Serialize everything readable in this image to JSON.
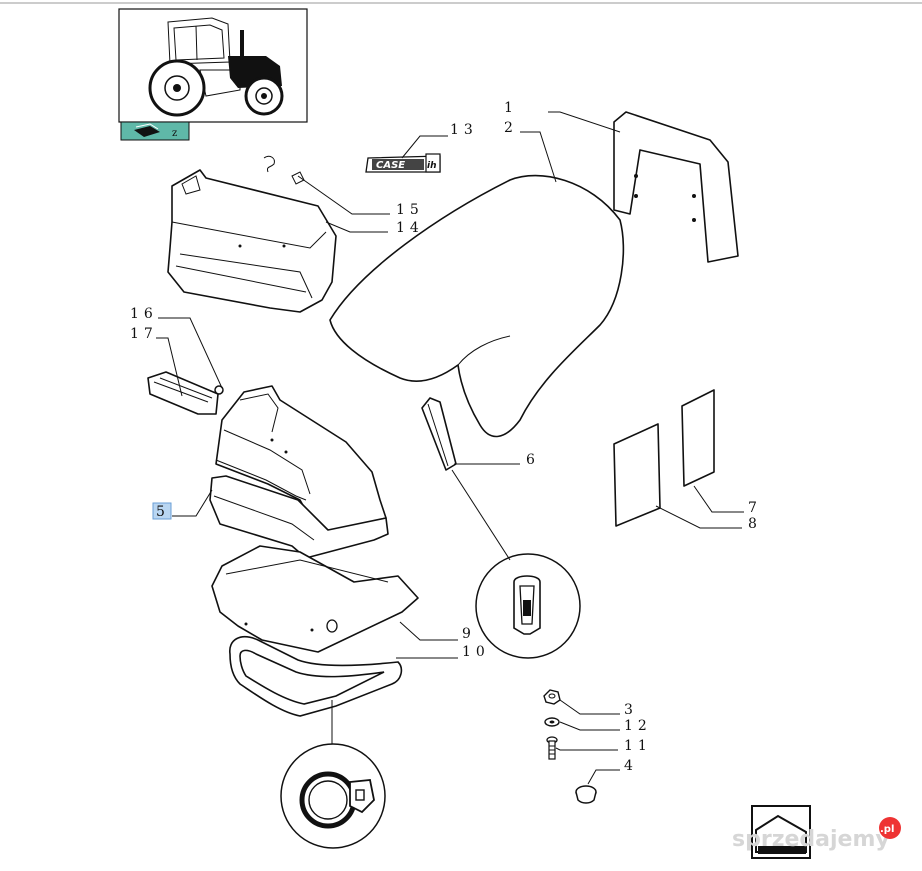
{
  "callouts": {
    "c1": "1",
    "c2": "2",
    "c3": "3",
    "c4": "4",
    "c5": "5",
    "c6": "6",
    "c7": "7",
    "c8": "8",
    "c9": "9",
    "c10": "10",
    "c11": "11",
    "c12": "12",
    "c13": "13",
    "c14": "14",
    "c15": "15",
    "c16": "16",
    "c17": "17"
  },
  "emblem": {
    "brand": "CASE",
    "brand_suffix": "ih"
  },
  "watermark": {
    "text": "sprzedajemy",
    "tld": ".pl"
  },
  "colors": {
    "accent_selected": "#b9d6f2",
    "thumbnail_tab": "#5fb8a8"
  },
  "icons": [
    "tractor-thumbnail",
    "book-icon",
    "next-page-icon"
  ]
}
